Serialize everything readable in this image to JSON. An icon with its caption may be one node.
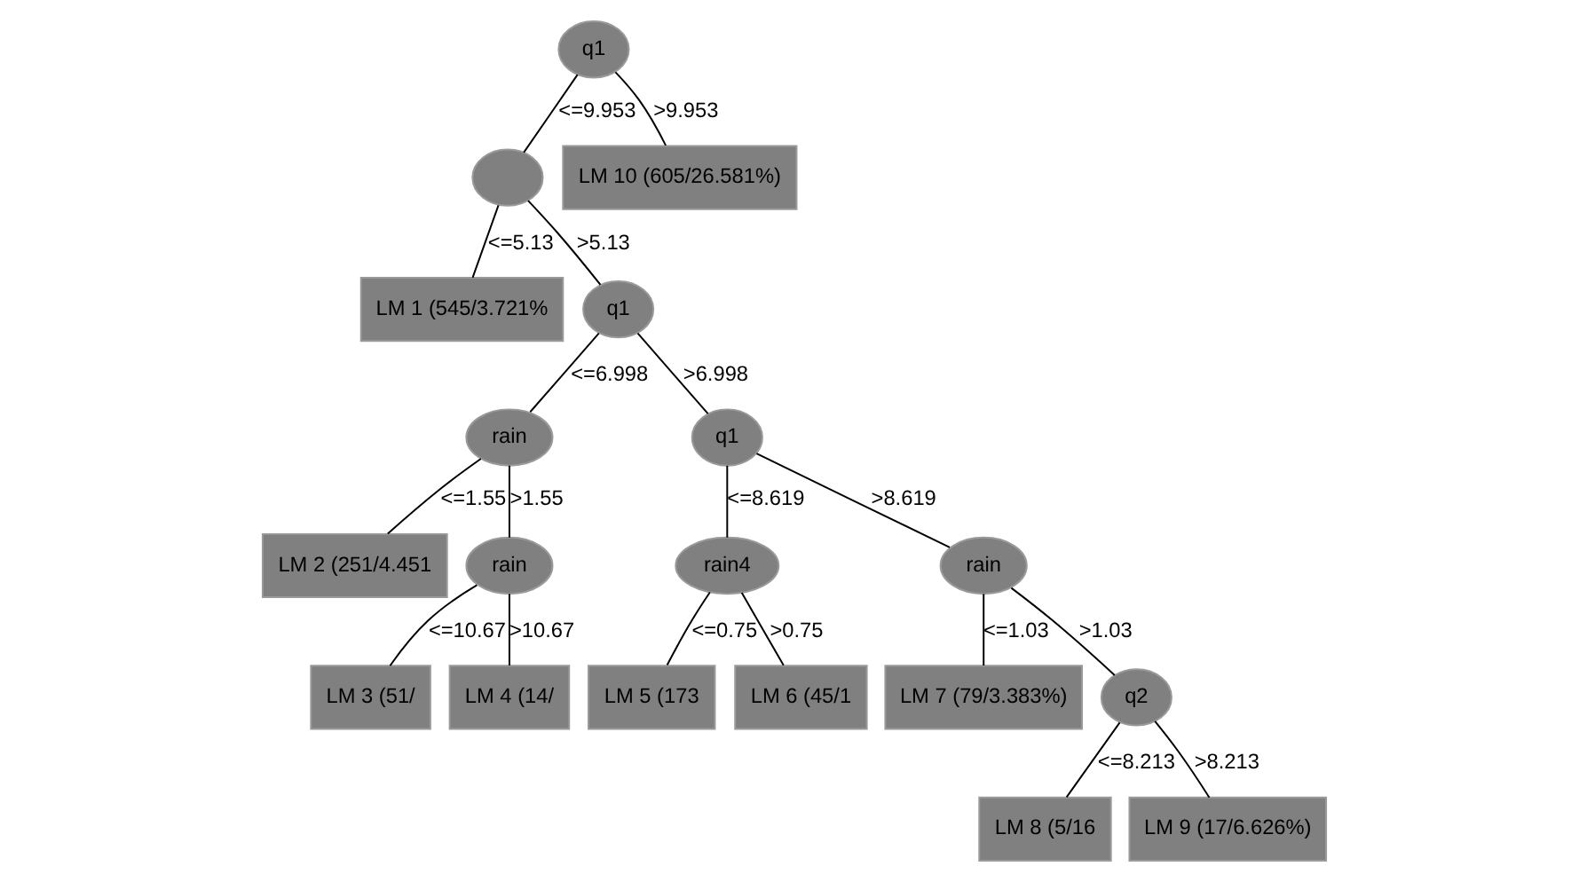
{
  "diagram": {
    "nodes": [
      {
        "text": [
          "q1"
        ]
      },
      {
        "text": [],
        "shape": "circle"
      },
      {
        "text": [
          "LM 10 (605/26.581%)"
        ]
      },
      {
        "text": [
          "LM 1 (545/3.721%"
        ]
      },
      {
        "text": [
          "q1"
        ]
      },
      {
        "text": [
          "rain"
        ]
      },
      {
        "text": [
          "q1"
        ]
      },
      {
        "text": [
          "LM 2 (251/4.451"
        ]
      },
      {
        "text": [
          "rain"
        ]
      },
      {
        "text": [
          "rain4"
        ]
      },
      {
        "text": [
          "rain"
        ]
      },
      {
        "text": [
          "LM 3 (51/"
        ]
      },
      {
        "text": [
          "LM 4 (14/"
        ]
      },
      {
        "text": [
          "LM 5 (173"
        ]
      },
      {
        "text": [
          "LM 6 (45/1"
        ]
      },
      {
        "text": [
          "LM 7 (79/3.383%)"
        ]
      },
      {
        "text": [
          "q2"
        ]
      },
      {
        "text": [
          "LM 8 (5/16"
        ]
      },
      {
        "text": [
          "LM 9 (17/6.626%)"
        ]
      }
    ],
    "edges": [
      {
        "from": 0,
        "to": 1,
        "arrow": "none",
        "label": "<=9.953"
      },
      {
        "from": 0,
        "to": 2,
        "arrow": "none",
        "label": ">9.953"
      },
      {
        "from": 1,
        "to": 3,
        "arrow": "none",
        "label": "<=5.13"
      },
      {
        "from": 1,
        "to": 4,
        "arrow": "none",
        "label": ">5.13"
      },
      {
        "from": 4,
        "to": 5,
        "arrow": "none",
        "label": "<=6.998"
      },
      {
        "from": 4,
        "to": 6,
        "arrow": "none",
        "label": ">6.998"
      },
      {
        "from": 5,
        "to": 7,
        "arrow": "none",
        "label": "<=1.55"
      },
      {
        "from": 5,
        "to": 8,
        "arrow": "none",
        "label": ">1.55"
      },
      {
        "from": 6,
        "to": 9,
        "arrow": "none",
        "label": "<=8.619"
      },
      {
        "from": 6,
        "to": 10,
        "arrow": "none",
        "label": ">8.619"
      },
      {
        "from": 8,
        "to": 11,
        "arrow": "none",
        "label": "<=10.67"
      },
      {
        "from": 8,
        "to": 12,
        "arrow": "none",
        "label": ">10.67"
      },
      {
        "from": 9,
        "to": 13,
        "arrow": "none",
        "label": "<=0.75"
      },
      {
        "from": 9,
        "to": 14,
        "arrow": "none",
        "label": ">0.75"
      },
      {
        "from": 10,
        "to": 15,
        "arrow": "none",
        "label": "<=1.03"
      },
      {
        "from": 10,
        "to": 16,
        "arrow": "none",
        "label": ">1.03"
      },
      {
        "from": 16,
        "to": 17,
        "arrow": "none",
        "label": "<=8.213"
      },
      {
        "from": 16,
        "to": 18,
        "arrow": "none",
        "label": ">8.213"
      }
    ]
  }
}
